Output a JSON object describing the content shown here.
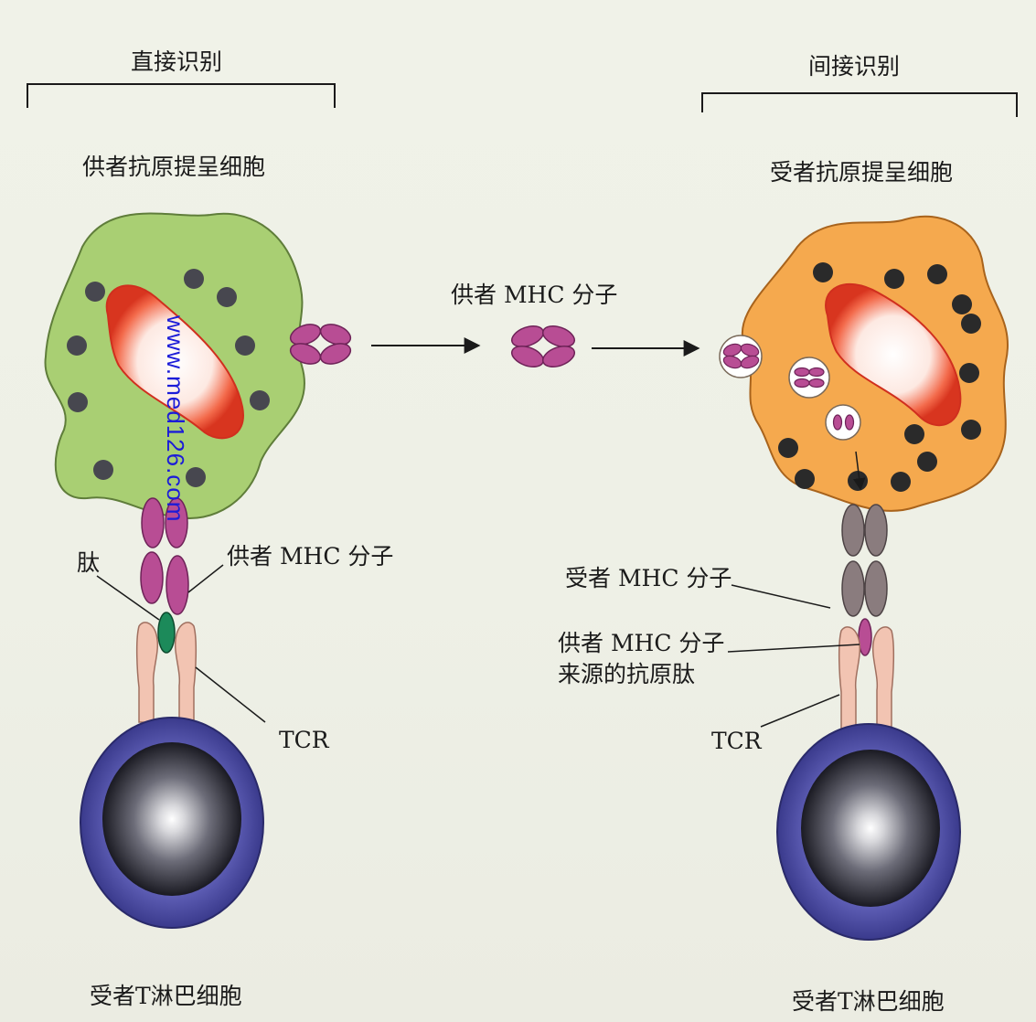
{
  "left": {
    "heading": "直接识别",
    "apc_label": "供者抗原提呈细胞",
    "peptide_label": "肽",
    "mhc_label": "供者 MHC 分子",
    "tcr_label": "TCR",
    "tcell_label": "受者T淋巴细胞"
  },
  "middle": {
    "mhc_label": "供者 MHC 分子"
  },
  "right": {
    "heading": "间接识别",
    "apc_label": "受者抗原提呈细胞",
    "mhc_label": "受者 MHC 分子",
    "peptide_label_line1": "供者 MHC 分子",
    "peptide_label_line2": "来源的抗原肽",
    "tcr_label": "TCR",
    "tcell_label": "受者T淋巴细胞"
  },
  "watermark": "www.med126.com",
  "colors": {
    "donor_apc": "#a9cf73",
    "recipient_apc": "#f5a94e",
    "donor_mhc": "#b84d94",
    "recipient_mhc": "#8a7c7e",
    "tcr": "#f2c4b2",
    "peptide_left": "#1c8a5a",
    "tcell_outer": "#4646a0",
    "watermark": "#1c1cd8"
  }
}
